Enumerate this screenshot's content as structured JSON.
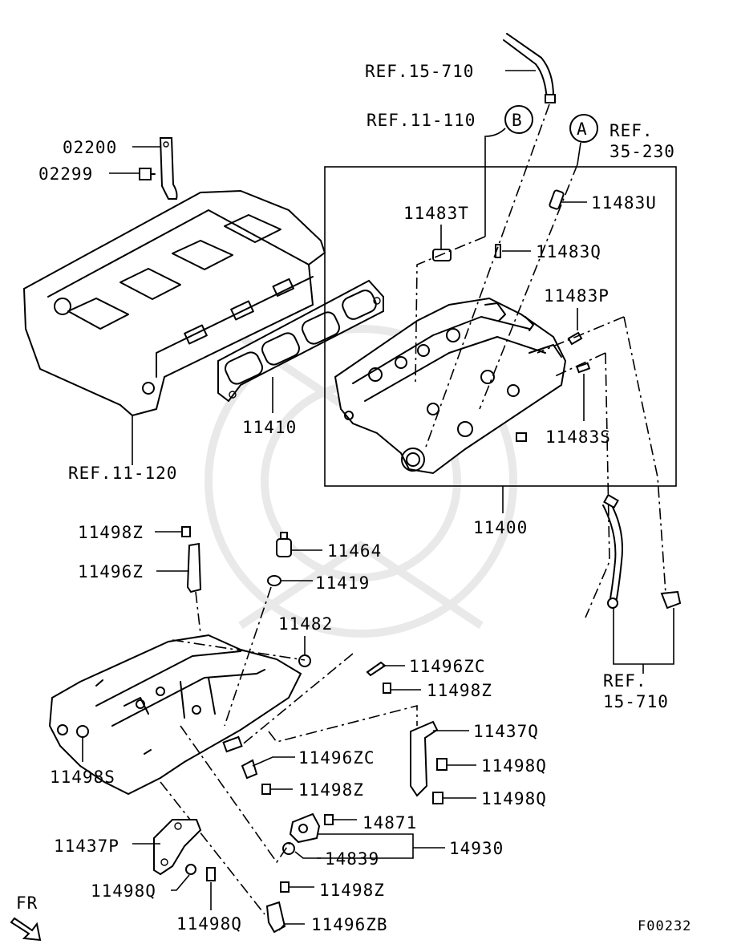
{
  "diagram": {
    "code": "F00232",
    "direction_label": "FR",
    "callouts": {
      "ref_15_710_top": "REF.15-710",
      "ref_11_110": "REF.11-110",
      "marker_b": "B",
      "marker_a": "A",
      "ref_35_230_line1": "REF.",
      "ref_35_230_line2": "35-230",
      "p02200": "02200",
      "p02299": "02299",
      "p11483U": "11483U",
      "p11483T": "11483T",
      "p11483Q": "11483Q",
      "p11483P": "11483P",
      "p11483S": "11483S",
      "p11410": "11410",
      "ref_11_120": "REF.11-120",
      "p11400": "11400",
      "p11498Z_a": "11498Z",
      "p11496Z": "11496Z",
      "p11464": "11464",
      "p11419": "11419",
      "p11482": "11482",
      "p11496ZC_a": "11496ZC",
      "p11498Z_b": "11498Z",
      "ref_15_710_line1": "REF.",
      "ref_15_710_line2": "15-710",
      "p11437Q": "11437Q",
      "p11498S": "11498S",
      "p11496ZC_b": "11496ZC",
      "p11498Q_a": "11498Q",
      "p11498Z_c": "11498Z",
      "p11498Q_b": "11498Q",
      "p14871": "14871",
      "p11437P": "11437P",
      "p14930": "14930",
      "p14839": "14839",
      "p11498Q_c": "11498Q",
      "p11498Z_d": "11498Z",
      "p11498Q_d": "11498Q",
      "p11496ZB": "11496ZB"
    }
  }
}
